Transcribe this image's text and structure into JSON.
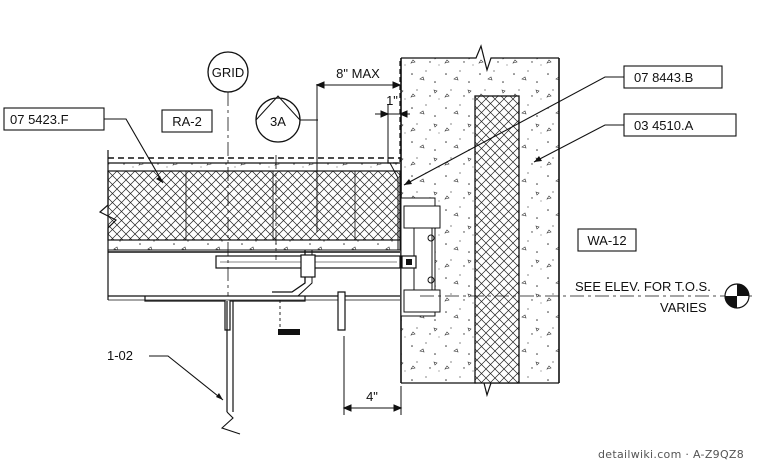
{
  "detail": {
    "tags": {
      "roof_assembly": "07 5423.F",
      "flashing": "07 8443.B",
      "concrete": "03 4510.A",
      "roof_type": "RA-2",
      "wall_type": "WA-12",
      "steel": "1-02"
    },
    "bubbles": {
      "grid": "GRID",
      "section": "3A"
    },
    "dimensions": {
      "max_gap": "8\" MAX",
      "small_gap": "1\"",
      "setback": "4\""
    },
    "notes": {
      "elevation_line1": "SEE ELEV. FOR T.O.S.",
      "elevation_line2": "VARIES"
    }
  },
  "watermark": "detailwiki.com · A-Z9QZ8"
}
